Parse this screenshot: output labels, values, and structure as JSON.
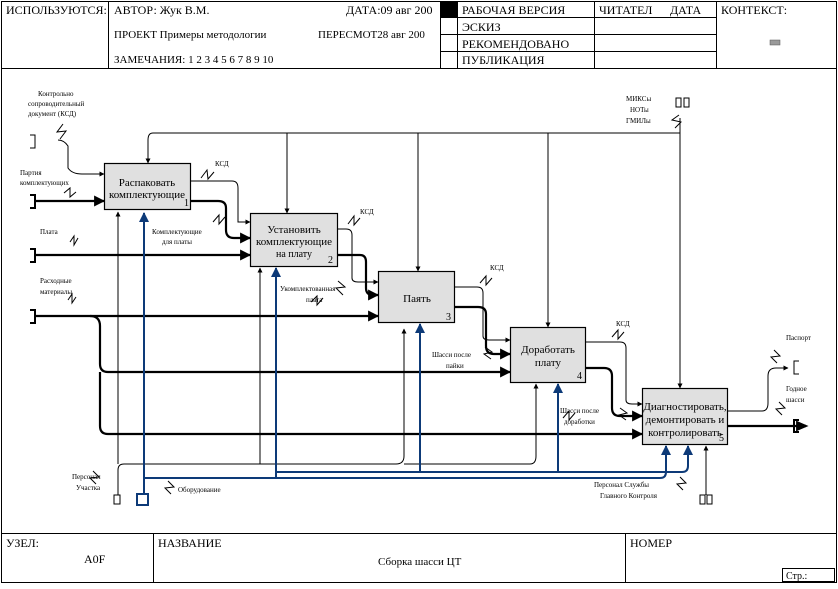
{
  "header": {
    "used_in": "ИСПОЛЬЗУЮТСЯ:",
    "author": "АВТОР:  Жук В.М.",
    "date": "ДАТА:09 авг 200",
    "project": "ПРОЕКТ  Примеры методологии",
    "revised": "ПЕРЕСМОТ28 авг 200",
    "notes": "ЗАМЕЧАНИЯ:  1  2  3  4  5  6  7  8  9  10",
    "status_working": "РАБОЧАЯ ВЕРСИЯ",
    "status_draft": "ЭСКИЗ",
    "status_recommended": "РЕКОМЕНДОВАНО",
    "status_publication": "ПУБЛИКАЦИЯ",
    "reader": "ЧИТАТЕЛ",
    "reader_date": "ДАТА",
    "context": "КОНТЕКСТ:"
  },
  "diagram": {
    "boxes": [
      {
        "label1": "Распаковать",
        "label2": "комплектующие",
        "label3": "",
        "num": "1"
      },
      {
        "label1": "Установить",
        "label2": "комплектующие",
        "label3": "на плату",
        "num": "2"
      },
      {
        "label1": "Паять",
        "label2": "",
        "label3": "",
        "num": "3"
      },
      {
        "label1": "Доработать",
        "label2": "плату",
        "label3": "",
        "num": "4"
      },
      {
        "label1": "Диагностировать,",
        "label2": "демонтировать и",
        "label3": "контролировать",
        "num": "5"
      }
    ],
    "labels": {
      "control_docs_1": "Контрольно",
      "control_docs_2": "сопроводительный",
      "control_docs_3": "документ (КСД)",
      "mixs_1": "МИКСы",
      "mixs_2": "НОТы",
      "mixs_3": "ГМИЛы",
      "batch_1": "Партия",
      "batch_2": "комплектующих",
      "ksd_1": "КСД",
      "ksd_2": "КСД",
      "ksd_3": "КСД",
      "ksd_4": "КСД",
      "board": "Плата",
      "components_1": "Комплектующие",
      "components_2": "для платы",
      "consumables_1": "Расходные",
      "consumables_2": "материалы",
      "assembled_1": "Укомплектованная",
      "assembled_2": "плата",
      "chassis_scheme_1": "Шасси после",
      "chassis_scheme_2": "пайки",
      "chassis_rework_1": "Шасси после",
      "chassis_rework_2": "доработки",
      "passport": "Паспорт",
      "ready_1": "Годное",
      "ready_2": "шасси",
      "staff_site_1": "Персонал",
      "staff_site_2": "Участка",
      "equipment": "Оборудование",
      "staff_qc_1": "Персонал Службы",
      "staff_qc_2": "Главного Контроля"
    }
  },
  "footer": {
    "node_label": "УЗЕЛ:",
    "node_value": "A0F",
    "name_label": "НАЗВАНИЕ",
    "name_value": "Сборка шасси ЦТ",
    "number_label": "НОМЕР",
    "page_label": "Стр.:"
  },
  "colors": {
    "box_fill": "#e0e0e0",
    "mechanism_blue": "#0d3a78",
    "line": "#000000"
  }
}
